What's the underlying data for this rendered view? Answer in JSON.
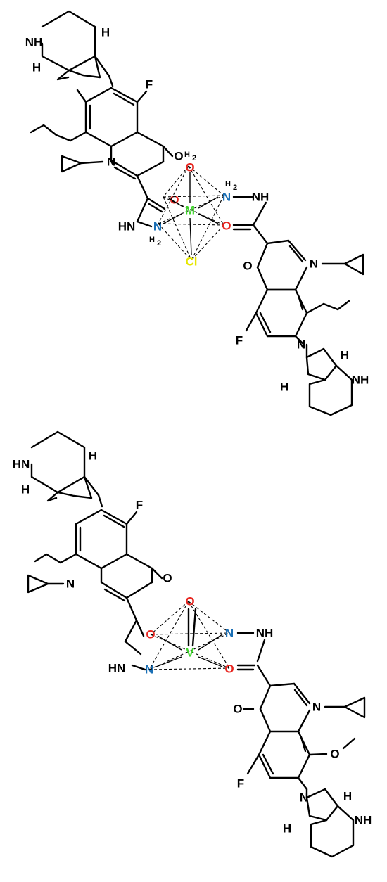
{
  "colors": {
    "bond": "#000000",
    "oxygen": "#e8251f",
    "nitrogen": "#1a6fb5",
    "metal": "#3ed62a",
    "chlorine": "#e6e600",
    "carbon_label": "#000000"
  },
  "atoms": {
    "nh": "NH",
    "hn": "HN",
    "h": "H",
    "f": "F",
    "n": "N",
    "o": "O",
    "h2": "H",
    "sub2": "2",
    "cl": "Cl",
    "m": "M",
    "v": "V"
  }
}
